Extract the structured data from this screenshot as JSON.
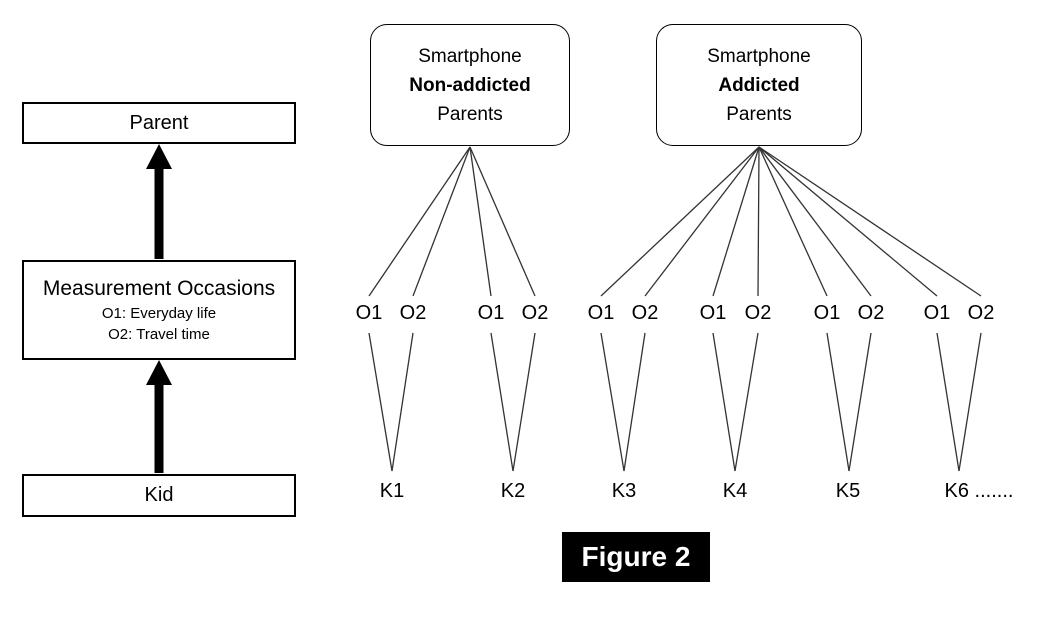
{
  "figure_label": "Figure 2",
  "left_flow": {
    "parent_label": "Parent",
    "measurement_title": "Measurement Occasions",
    "measurement_sub1": "O1: Everyday life",
    "measurement_sub2": "O2: Travel time",
    "kid_label": "Kid"
  },
  "groups": [
    {
      "line1": "Smartphone",
      "line2": "Non-addicted",
      "line3": "Parents",
      "kids": [
        {
          "name": "K1",
          "occasions": [
            "O1",
            "O2"
          ]
        },
        {
          "name": "K2",
          "occasions": [
            "O1",
            "O2"
          ]
        }
      ]
    },
    {
      "line1": "Smartphone",
      "line2": "Addicted",
      "line3": "Parents",
      "kids": [
        {
          "name": "K3",
          "occasions": [
            "O1",
            "O2"
          ]
        },
        {
          "name": "K4",
          "occasions": [
            "O1",
            "O2"
          ]
        },
        {
          "name": "K5",
          "occasions": [
            "O1",
            "O2"
          ]
        },
        {
          "name": "K6 .......",
          "occasions": [
            "O1",
            "O2"
          ]
        }
      ]
    }
  ],
  "colors": {
    "line": "#333333",
    "box_border": "#000000",
    "caption_bg": "#000000",
    "caption_text": "#ffffff"
  }
}
